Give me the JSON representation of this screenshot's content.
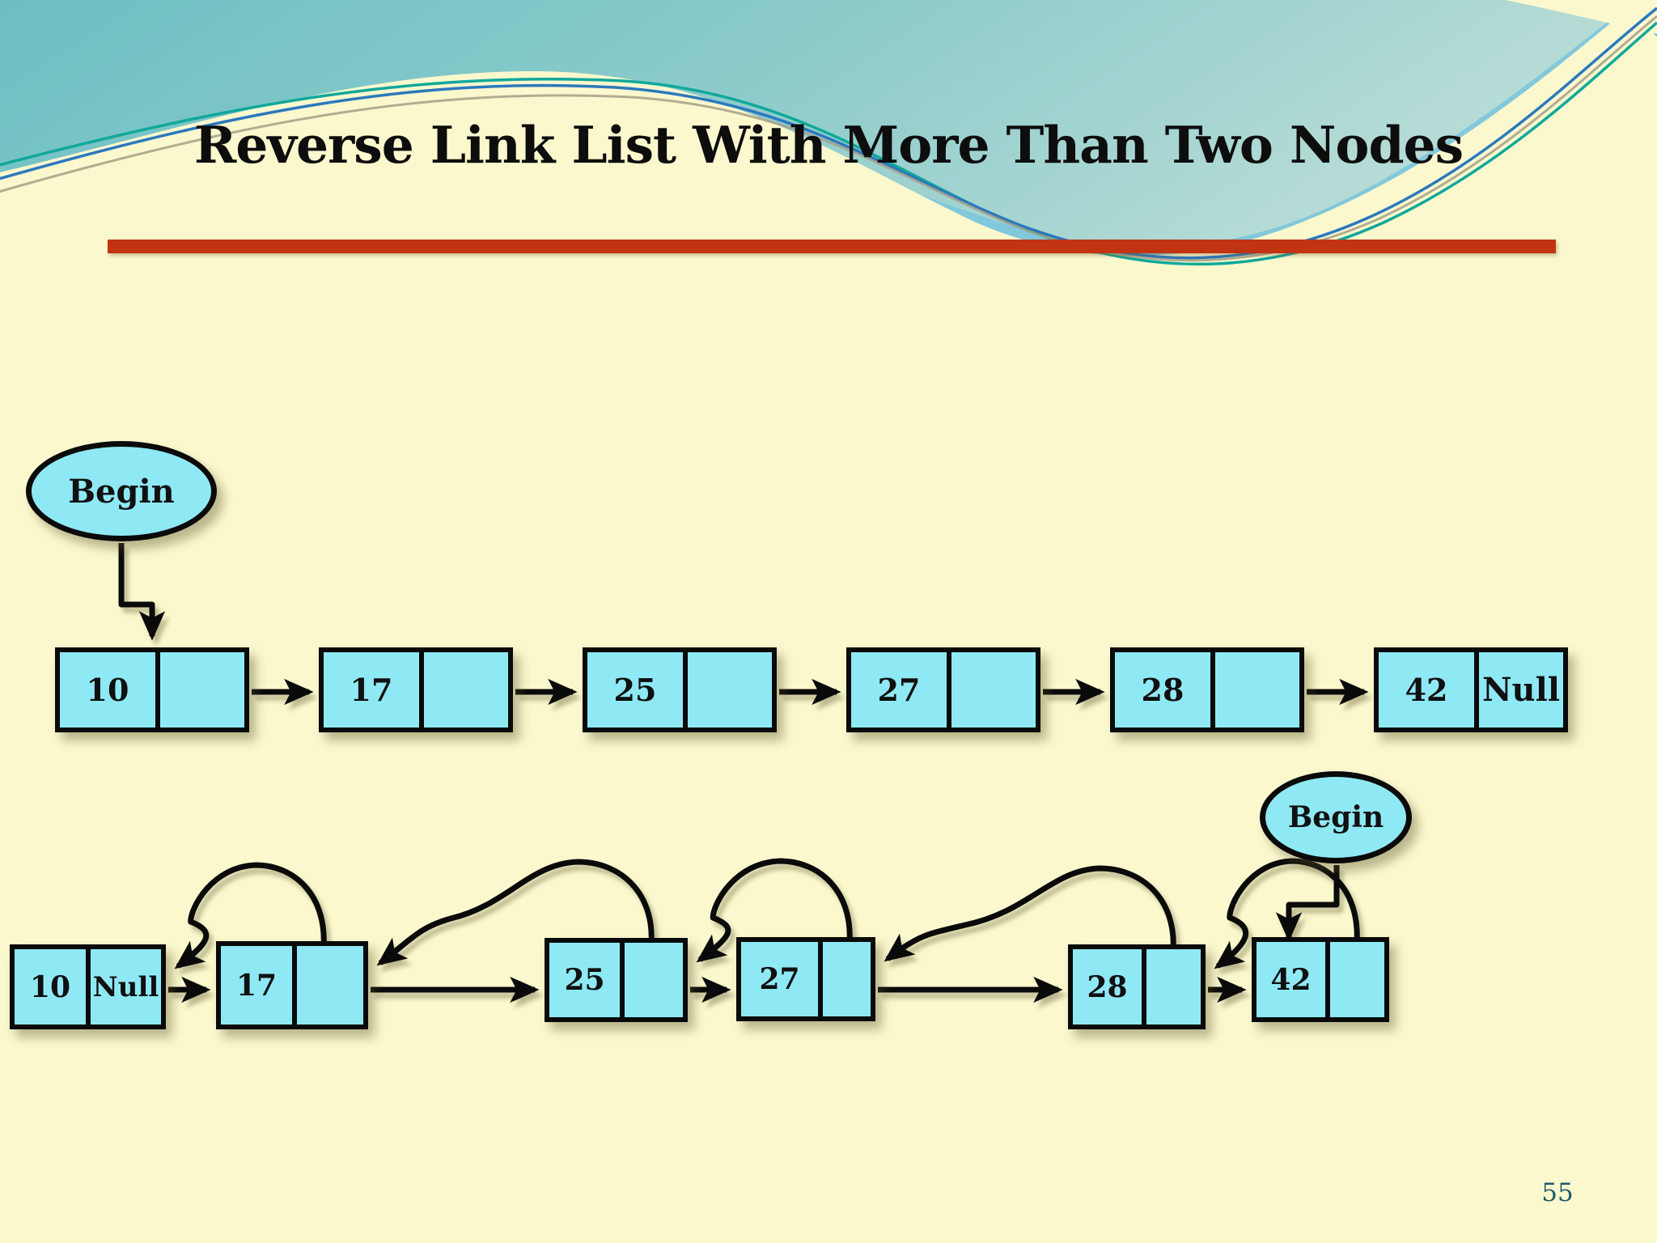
{
  "slide": {
    "title": "Reverse Link List With More Than Two Nodes",
    "page_number": "55"
  },
  "colors": {
    "background": "#FBF8CE",
    "node_fill": "#8FE9F5",
    "node_border": "#0a0a0a",
    "divider_red": "#C23311",
    "page_number_teal": "#1D5B6C",
    "header_teal_dark": "#6CBFC3",
    "header_teal_light": "#C2E0D9",
    "header_band_light_blue": "#7FC7DB",
    "header_band_medium_teal": "#54ACC4",
    "accent_line_blue": "#2B79BE",
    "accent_line_green": "#10A89A",
    "accent_line_gray": "#A49F86"
  },
  "diagram": {
    "top_list": {
      "begin_label": "Begin",
      "nodes": [
        {
          "value": "10",
          "pointer": ""
        },
        {
          "value": "17",
          "pointer": ""
        },
        {
          "value": "25",
          "pointer": ""
        },
        {
          "value": "27",
          "pointer": ""
        },
        {
          "value": "28",
          "pointer": ""
        },
        {
          "value": "42",
          "pointer": "Null"
        }
      ]
    },
    "bottom_list": {
      "begin_label": "Begin",
      "nodes": [
        {
          "value": "10",
          "pointer": "Null"
        },
        {
          "value": "17",
          "pointer": ""
        },
        {
          "value": "25",
          "pointer": ""
        },
        {
          "value": "27",
          "pointer": ""
        },
        {
          "value": "28",
          "pointer": ""
        },
        {
          "value": "42",
          "pointer": ""
        }
      ]
    }
  }
}
